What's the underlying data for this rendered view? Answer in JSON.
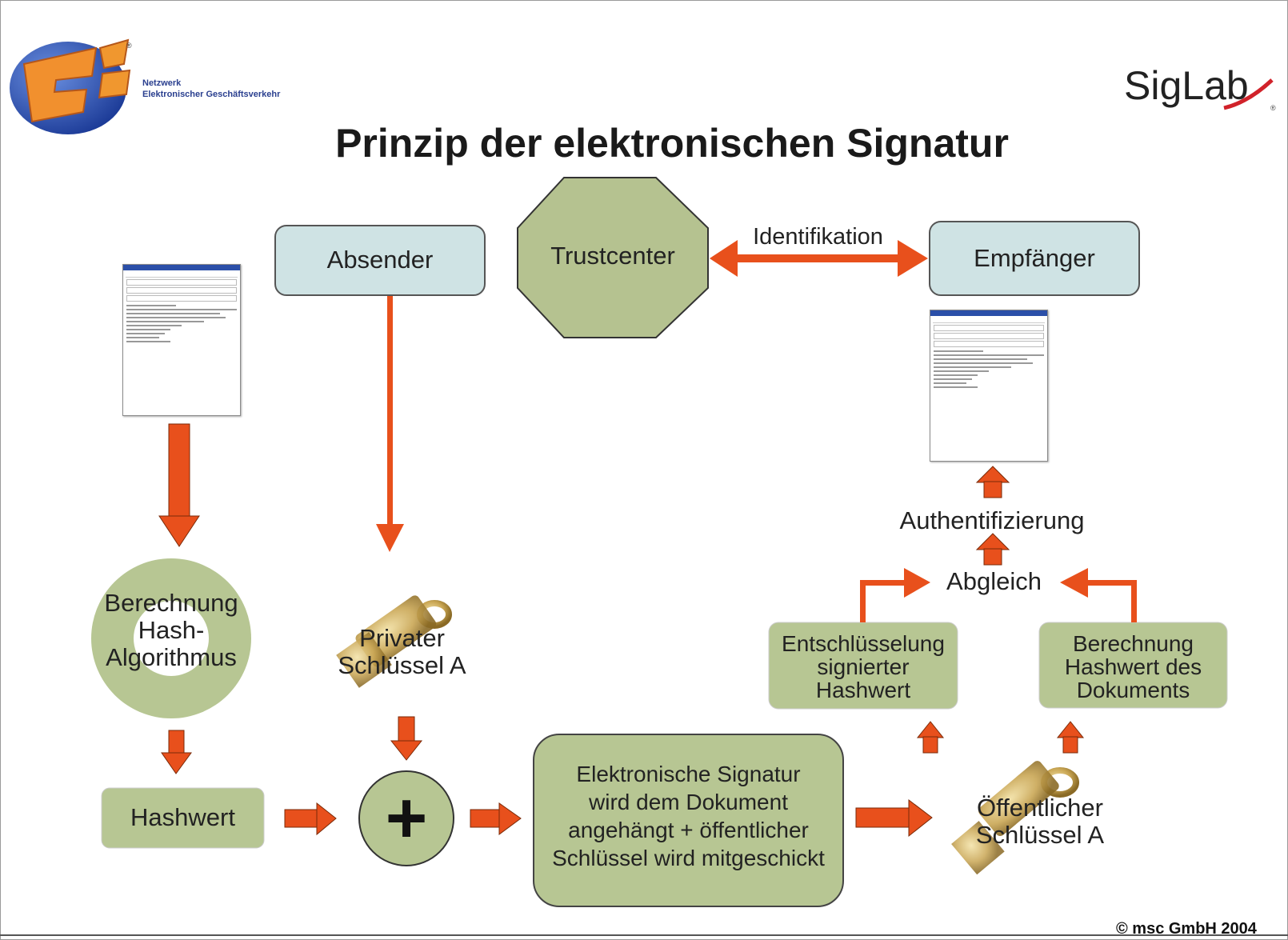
{
  "title": "Prinzip der elektronischen Signatur",
  "logo": {
    "name": "E³ logo",
    "text_line1": "Netzwerk",
    "text_line2": "Elektronischer Geschäftsverkehr",
    "registered": "®"
  },
  "brand": {
    "text": "SigLab",
    "registered": "®"
  },
  "nodes": {
    "absender": "Absender",
    "trustcenter": "Trustcenter",
    "empfaenger": "Empfänger",
    "identifikation": "Identifikation",
    "hash_calc_line1": "Berechnung",
    "hash_calc_line2": "Hash-",
    "hash_calc_line3": "Algorithmus",
    "privater_line1": "Privater",
    "privater_line2": "Schlüssel A",
    "hashwert": "Hashwert",
    "plus": "+",
    "signatur_line1": "Elektronische Signatur",
    "signatur_line2": "wird dem Dokument",
    "signatur_line3": "angehängt + öffentlicher",
    "signatur_line4": "Schlüssel wird mitgeschickt",
    "oeffentlich_line1": "Öffentlicher",
    "oeffentlich_line2": "Schlüssel A",
    "entschl_line1": "Entschlüsselung",
    "entschl_line2": "signierter",
    "entschl_line3": "Hashwert",
    "berech_doc_line1": "Berechnung",
    "berech_doc_line2": "Hashwert des",
    "berech_doc_line3": "Dokuments",
    "abgleich": "Abgleich",
    "authentifizierung": "Authentifizierung"
  },
  "copyright": "© msc GmbH 2004",
  "colors": {
    "arrow": "#e8501c",
    "box_blue": "#cfe3e4",
    "box_green": "#b7c693",
    "trustcenter": "#b5c290",
    "border": "#555555"
  }
}
